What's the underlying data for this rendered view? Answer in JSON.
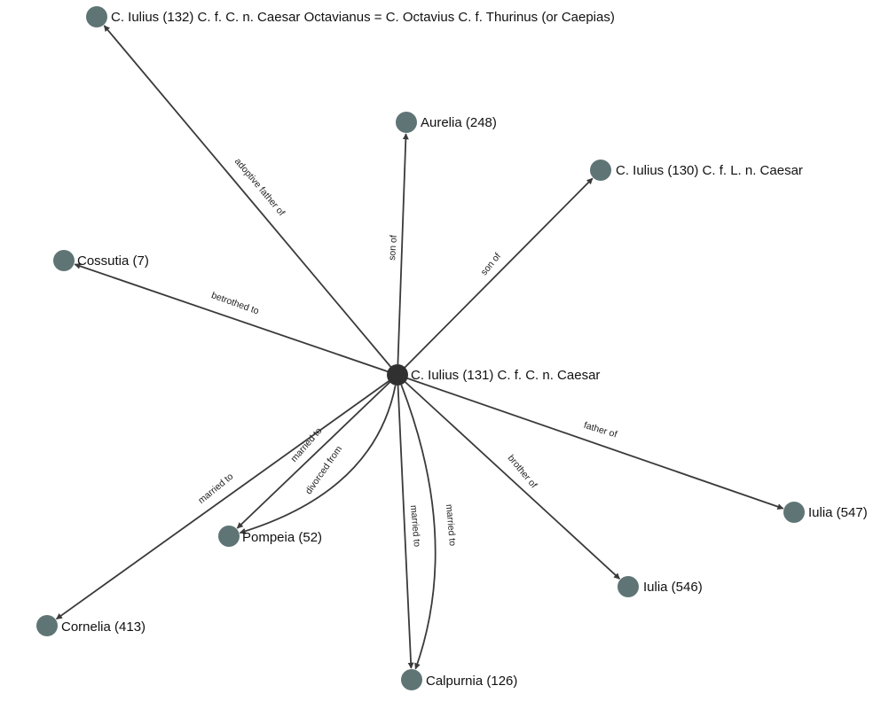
{
  "colors": {
    "node": "#5f7475",
    "center_node": "#303030",
    "edge": "#3a3a3a"
  },
  "center": {
    "id": "c131",
    "label": "C. Iulius (131) C. f. C. n. Caesar"
  },
  "nodes": [
    {
      "id": "c132",
      "label": "C. Iulius (132) C. f. C. n. Caesar Octavianus = C. Octavius C. f. Thurinus (or Caepias)"
    },
    {
      "id": "aurelia",
      "label": "Aurelia (248)"
    },
    {
      "id": "c130",
      "label": "C. Iulius (130) C. f. L. n. Caesar"
    },
    {
      "id": "cossutia",
      "label": "Cossutia (7)"
    },
    {
      "id": "iulia547",
      "label": "Iulia (547)"
    },
    {
      "id": "pompeia",
      "label": "Pompeia (52)"
    },
    {
      "id": "iulia546",
      "label": "Iulia (546)"
    },
    {
      "id": "cornelia",
      "label": "Cornelia (413)"
    },
    {
      "id": "calpurnia",
      "label": "Calpurnia (126)"
    }
  ],
  "edges": [
    {
      "id": "e-c132",
      "target": "c132",
      "label": "adoptive father of"
    },
    {
      "id": "e-aurelia",
      "target": "aurelia",
      "label": "son of"
    },
    {
      "id": "e-c130",
      "target": "c130",
      "label": "son of"
    },
    {
      "id": "e-cossutia",
      "target": "cossutia",
      "label": "betrothed to"
    },
    {
      "id": "e-iulia547",
      "target": "iulia547",
      "label": "father of"
    },
    {
      "id": "e-iulia546",
      "target": "iulia546",
      "label": "brother of"
    },
    {
      "id": "e-cornelia",
      "target": "cornelia",
      "label": "married to"
    },
    {
      "id": "e-pompeia-m",
      "target": "pompeia",
      "label": "married to"
    },
    {
      "id": "e-pompeia-d",
      "target": "pompeia",
      "label": "divorced from"
    },
    {
      "id": "e-calpurnia-1",
      "target": "calpurnia",
      "label": "married to"
    },
    {
      "id": "e-calpurnia-2",
      "target": "calpurnia",
      "label": "married to"
    }
  ]
}
